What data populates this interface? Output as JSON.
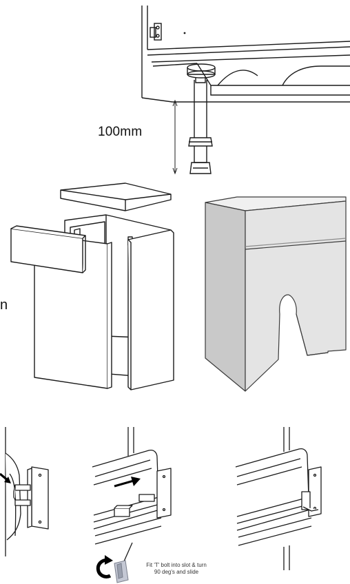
{
  "labels": {
    "leg_height": "100mm",
    "partial_text": "n",
    "bolt_instruction_1": "Fit 'T' bolt into slot  & turn",
    "bolt_instruction_2": "90 deg's and slide"
  },
  "colors": {
    "line": "#1a1a1a",
    "panel_fill": "#ffffff",
    "unit_side": "#c9c9c9",
    "unit_front": "#e4e4e4",
    "unit_top": "#f0f0f0"
  },
  "icons": [
    "rotate-arrow-icon",
    "push-arrow-icon",
    "slide-arrow-icon",
    "t-bolt-icon"
  ]
}
